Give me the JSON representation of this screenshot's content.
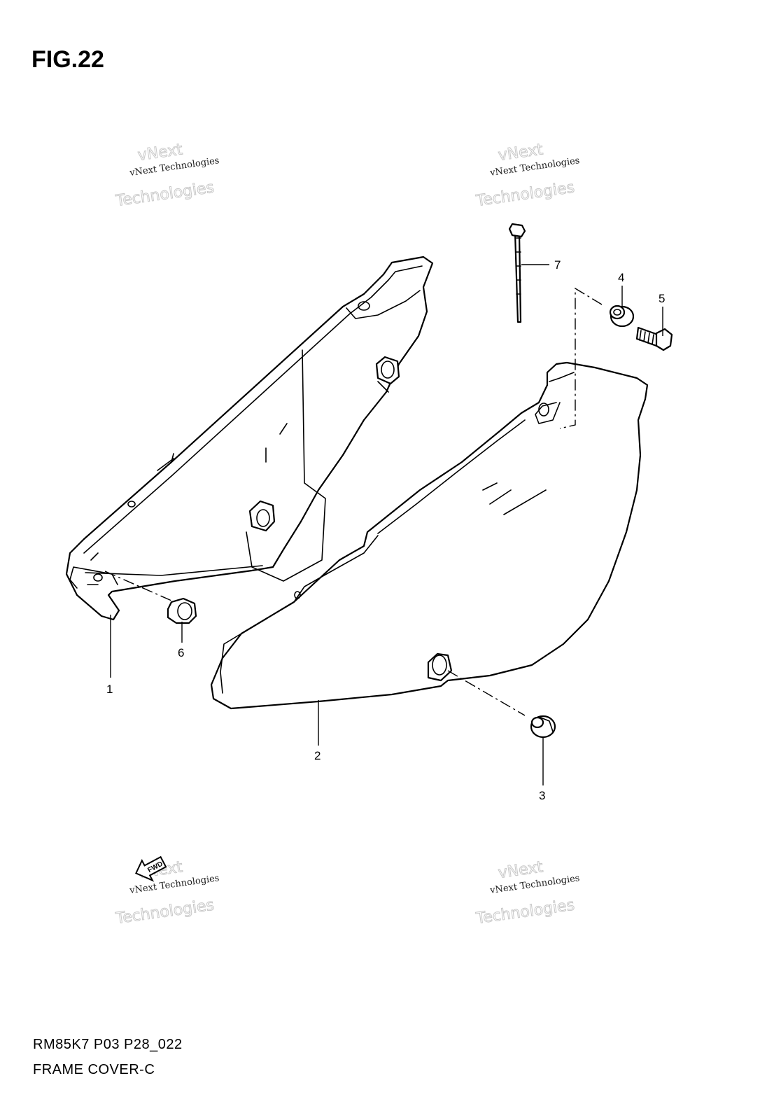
{
  "figure": {
    "title": "FIG.22"
  },
  "footer": {
    "code": "RM85K7 P03 P28_022",
    "name": "FRAME COVER-C"
  },
  "watermark": {
    "line1": "vNext Technologies",
    "line2": "Technologies",
    "line3": "vNext"
  },
  "callouts": [
    {
      "number": "1"
    },
    {
      "number": "2"
    },
    {
      "number": "3"
    },
    {
      "number": "4"
    },
    {
      "number": "5"
    },
    {
      "number": "6"
    },
    {
      "number": "7"
    }
  ],
  "fwd_arrow": {
    "label": "FWD"
  }
}
